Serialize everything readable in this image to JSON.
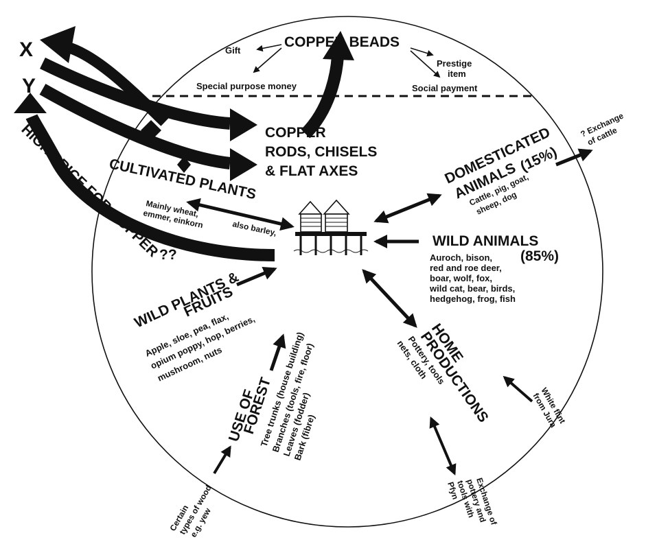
{
  "labels": {
    "x": "X",
    "y": "Y",
    "copper_beads": "COPPER BEADS",
    "gift": "Gift",
    "special_purpose_money": "Special purpose money",
    "prestige_item_1": "Prestige",
    "prestige_item_2": "item",
    "social_payment": "Social payment",
    "copper_1": "COPPER",
    "copper_2": "RODS, CHISELS",
    "copper_3": "& FLAT AXES",
    "cultivated_plants": "CULTIVATED PLANTS",
    "mainly_wheat_1": "Mainly wheat,",
    "mainly_wheat_2": "emmer, einkorn",
    "also_barley": "also barley,",
    "high_price": "HIGH PRICE FOR COPPER",
    "high_price_q": "??",
    "domesticated_1": "DOMESTICATED",
    "domesticated_2": "ANIMALS",
    "domesticated_pct": "(15%)",
    "domesticated_list_1": "Cattle, pig, goat,",
    "domesticated_list_2": "sheep, dog",
    "exchange_cattle_1": "? Exchange",
    "exchange_cattle_2": "of cattle",
    "wild_animals": "WILD ANIMALS",
    "wild_animals_pct": "(85%)",
    "wild_animals_list_1": "Auroch, bison,",
    "wild_animals_list_2": "red and roe deer,",
    "wild_animals_list_3": "boar, wolf, fox,",
    "wild_animals_list_4": "wild cat, bear, birds,",
    "wild_animals_list_5": "hedgehog, frog, fish",
    "wild_plants_1": "WILD PLANTS &",
    "wild_plants_2": "FRUITS",
    "wild_plants_list_1": "Apple, sloe, pea, flax,",
    "wild_plants_list_2": "opium poppy, hop, berries,",
    "wild_plants_list_3": "mushroom, nuts",
    "use_of_forest_1": "USE OF",
    "use_of_forest_2": "FOREST",
    "forest_list_1": "Tree trunks (house building)",
    "forest_list_2": "Branches (tools, fire, floor)",
    "forest_list_3": "Leaves (fodder)",
    "forest_list_4": "Bark (fibre)",
    "certain_wood_1": "Certain",
    "certain_wood_2": "types of wood",
    "certain_wood_3": "e.g. yew",
    "home_productions_1": "HOME",
    "home_productions_2": "PRODUCTIONS",
    "home_list_1": "Pottery, tools",
    "home_list_2": "nets, cloth",
    "white_flint_1": "White flint",
    "white_flint_2": "from Jura",
    "exchange_pottery_1": "Exchange of",
    "exchange_pottery_2": "pottery and",
    "exchange_pottery_3": "tools with",
    "exchange_pottery_4": "Pfyn"
  },
  "icons": {
    "center": "stilt-house-icon"
  }
}
